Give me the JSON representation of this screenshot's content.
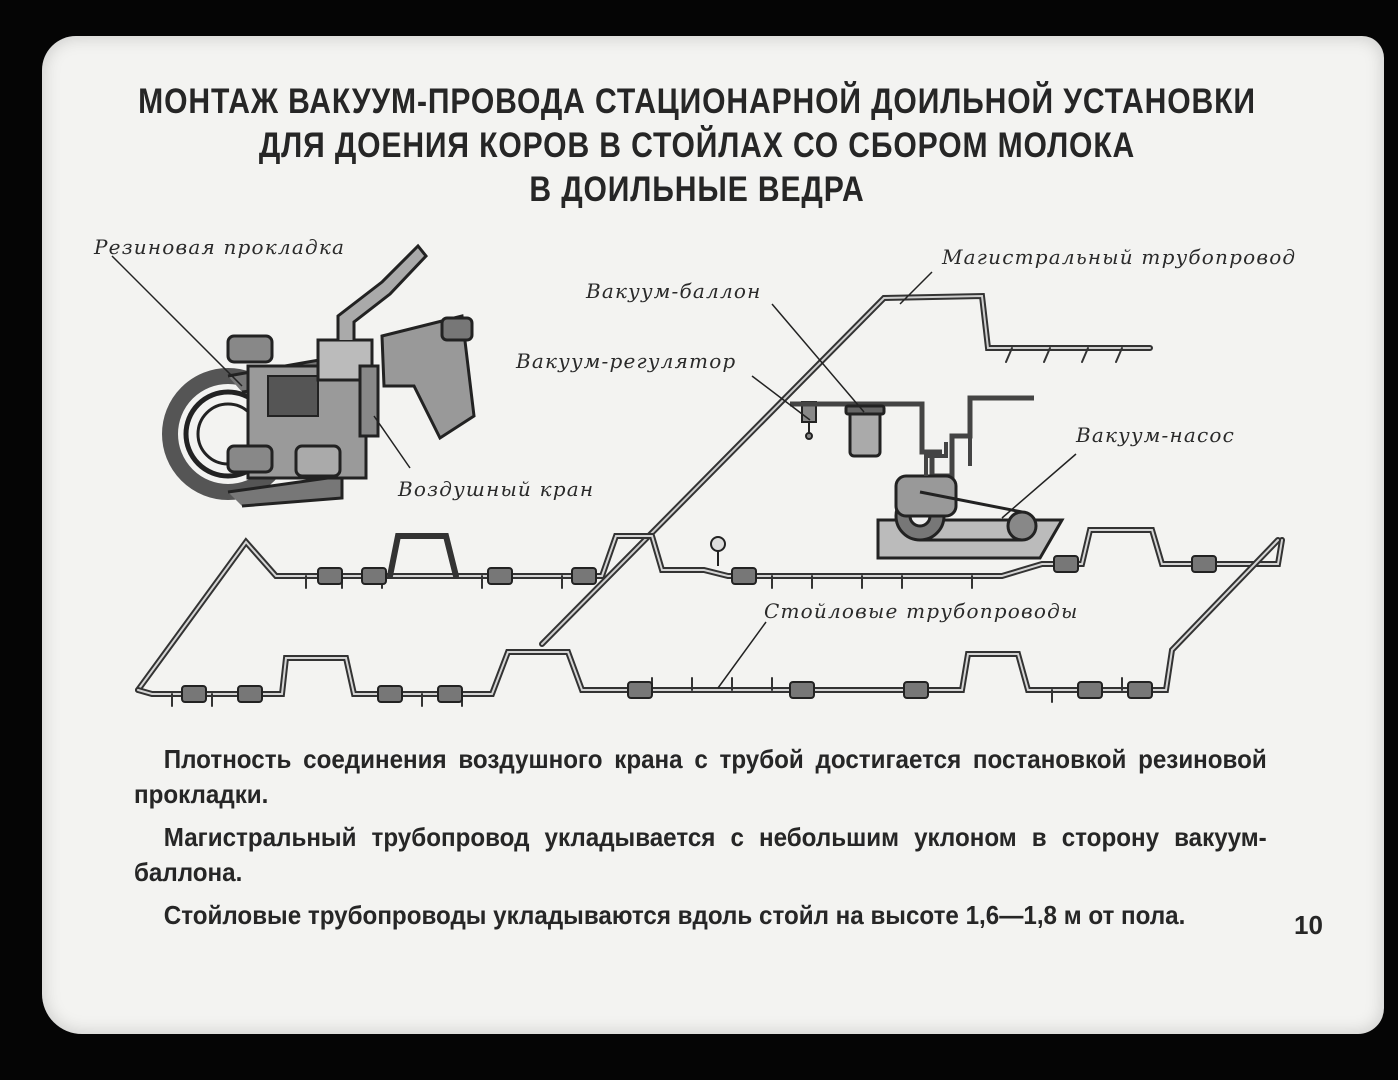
{
  "title": {
    "line1": "МОНТАЖ ВАКУУМ-ПРОВОДА СТАЦИОНАРНОЙ ДОИЛЬНОЙ УСТАНОВКИ",
    "line2": "ДЛЯ ДОЕНИЯ КОРОВ В СТОЙЛАХ СО СБОРОМ МОЛОКА",
    "line3": "В ДОИЛЬНЫЕ ВЕДРА"
  },
  "labels": {
    "rubber_gasket": "Резиновая прокладка",
    "air_valve": "Воздушный кран",
    "vacuum_balloon": "Вакуум-баллон",
    "vacuum_regulator": "Вакуум-регулятор",
    "main_pipeline": "Магистральный трубопровод",
    "vacuum_pump": "Вакуум-насос",
    "stall_pipelines": "Стойловые трубопроводы"
  },
  "paragraphs": [
    "Плотность соединения воздушного крана с трубой достигается постановкой резиновой прокладки.",
    "Магистральный трубопровод укладывается с небольшим уклоном в сторону вакуум-баллона.",
    "Стойловые трубопроводы укладываются вдоль стойл на высоте 1,6—1,8 м от пола."
  ],
  "page_number": "10",
  "colors": {
    "background": "#050505",
    "card": "#f3f3f1",
    "ink": "#262626"
  }
}
